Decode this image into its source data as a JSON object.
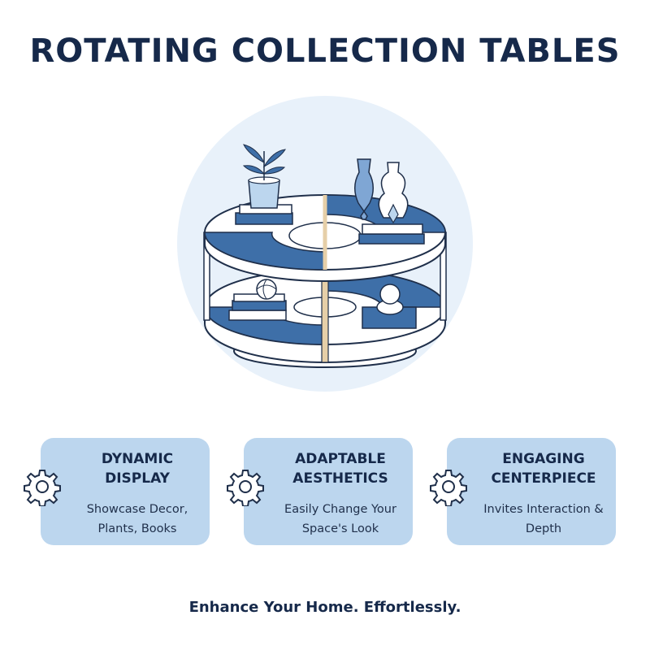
{
  "title": "ROTATING COLLECTION TABLES",
  "cards": [
    {
      "icon": "gear-icon",
      "heading": "DYNAMIC\nDISPLAY",
      "description": "Showcase Decor,\nPlants, Books"
    },
    {
      "icon": "gear-icon",
      "heading": "ADAPTABLE\nAESTHETICS",
      "description": "Easily Change Your\nSpace's Look"
    },
    {
      "icon": "gear-icon",
      "heading": "ENGAGING\nCENTERPIECE",
      "description": "Invites Interaction &\nDepth"
    }
  ],
  "tagline": "Enhance Your Home. Effortlessly.",
  "colors": {
    "title": "#16294a",
    "card_background": "#bcd6ee",
    "accent_blue": "#3e6fa8",
    "hero_circle": "#e8f1fa",
    "wood": "#e6cfa8"
  }
}
